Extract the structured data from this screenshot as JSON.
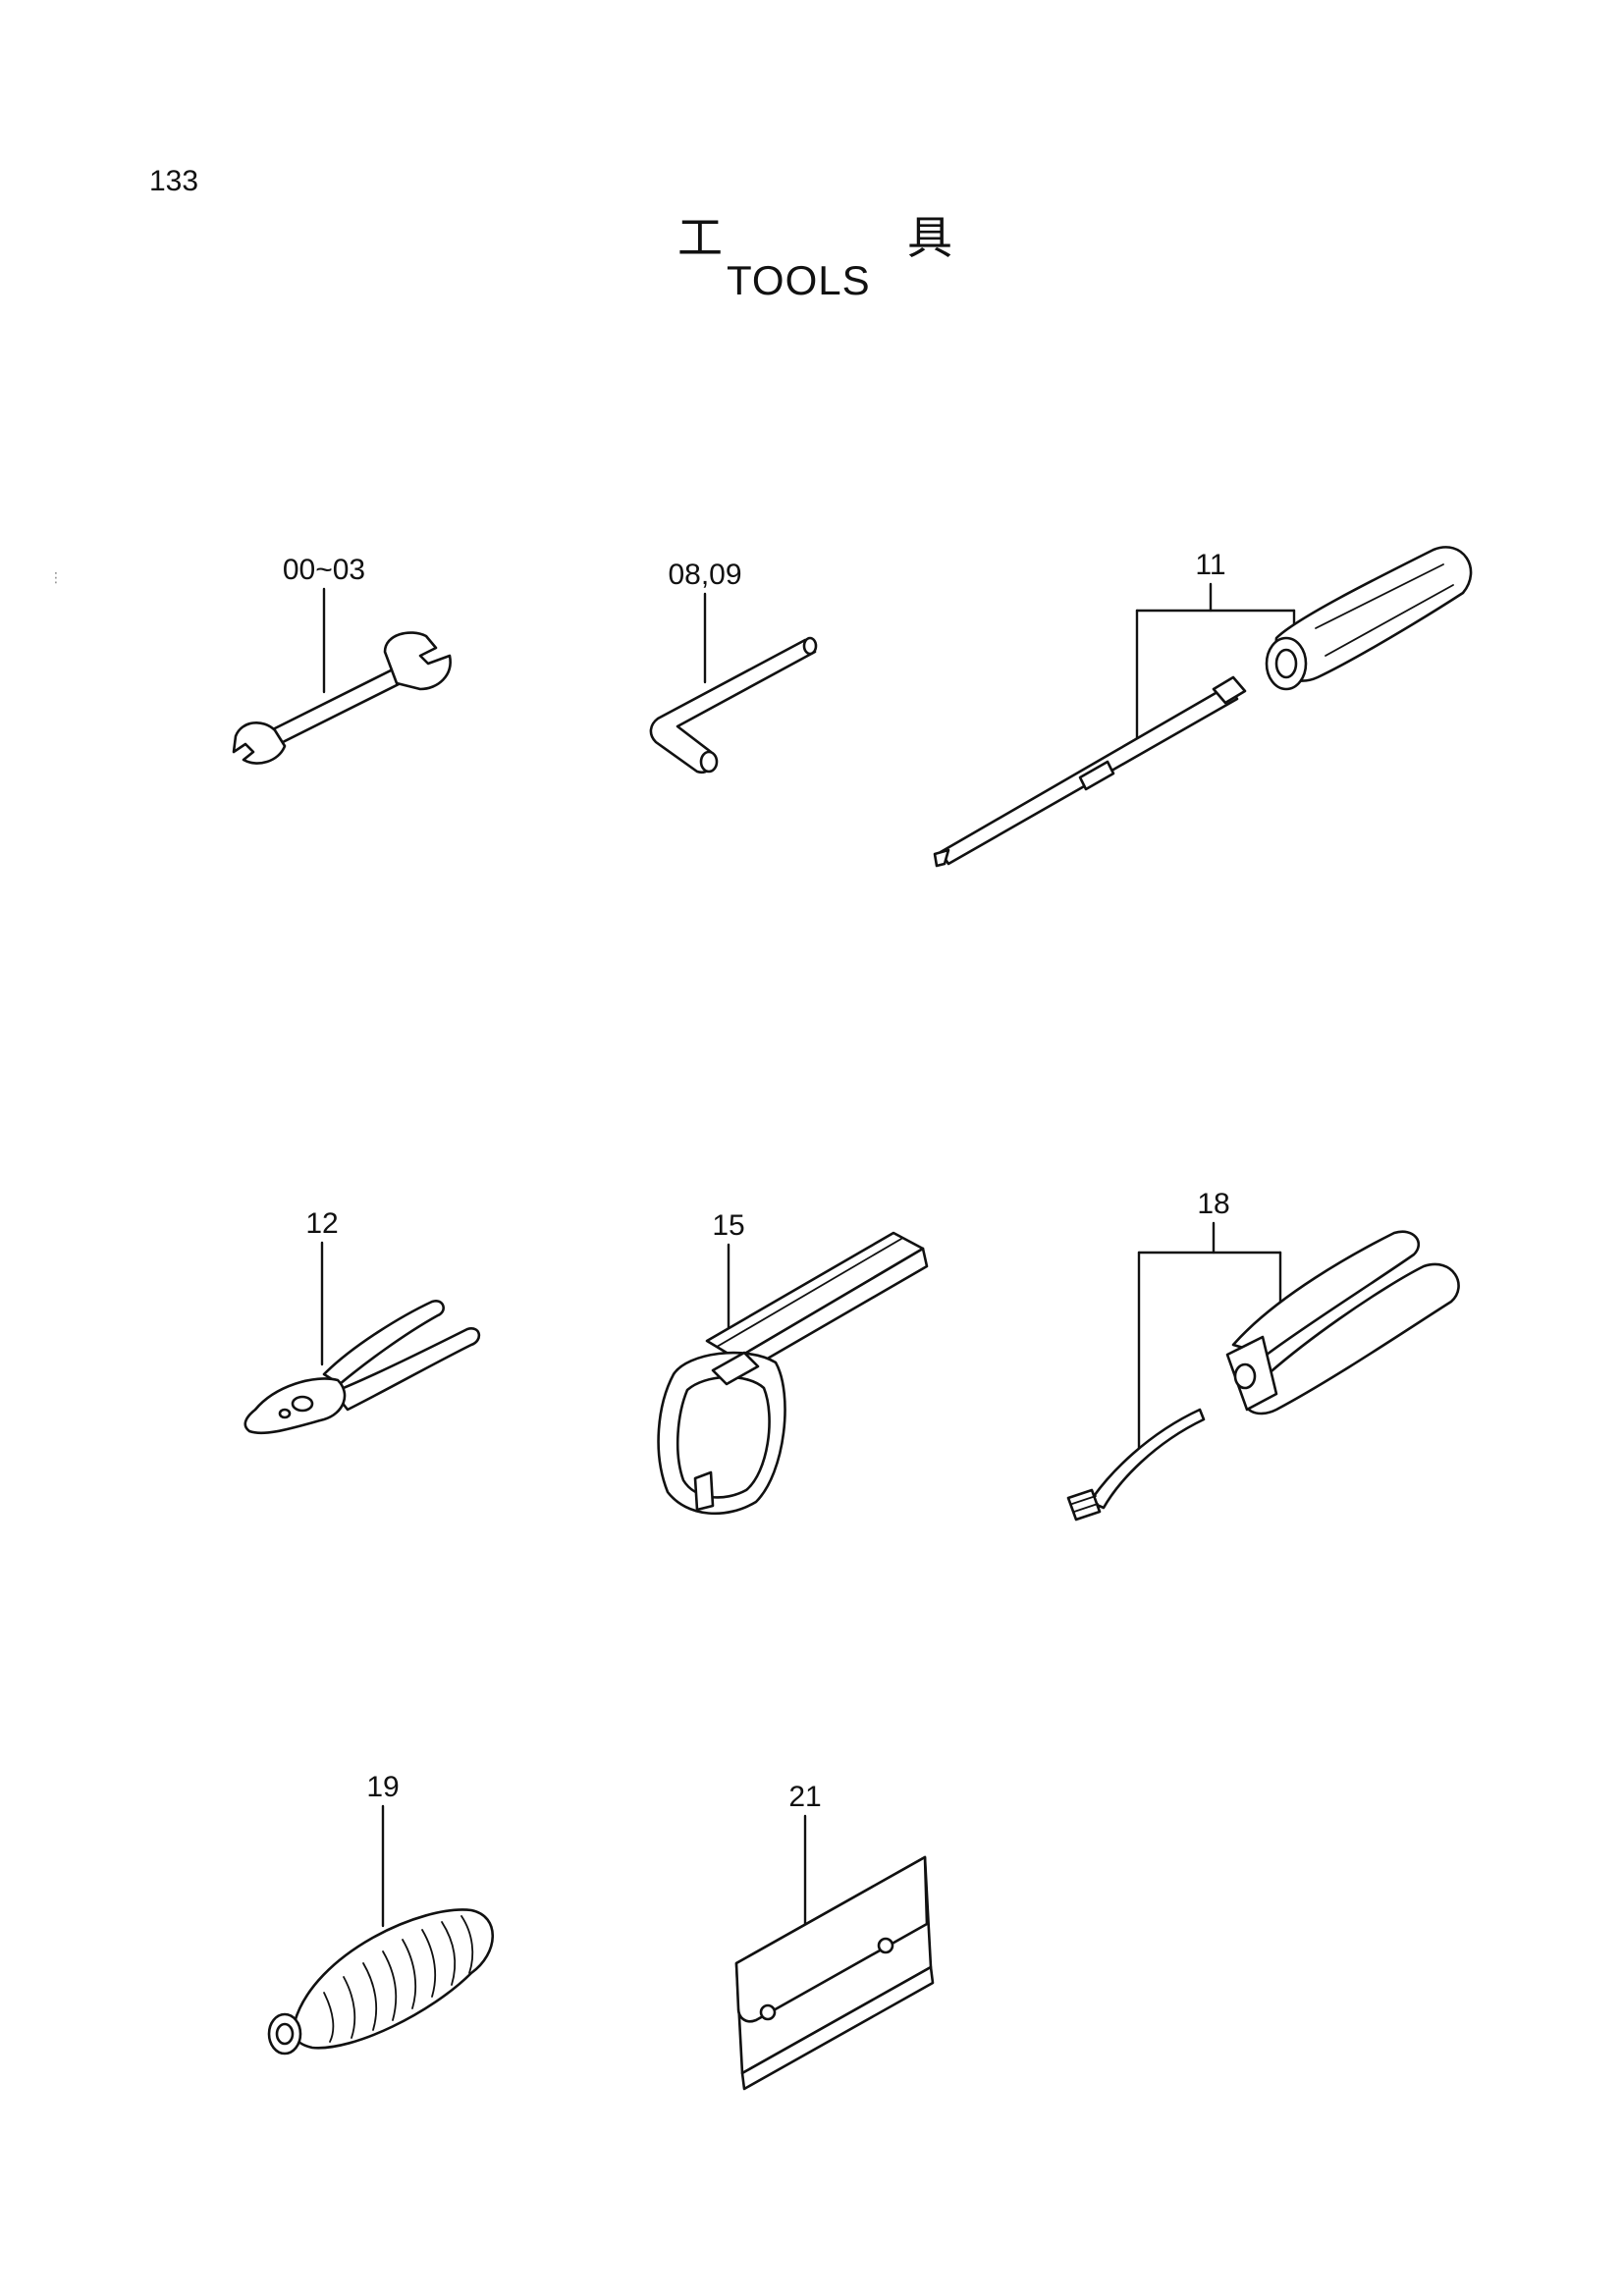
{
  "page": {
    "page_number": "133",
    "title_jp": [
      "工",
      "具"
    ],
    "title_en": "TOOLS"
  },
  "parts": [
    {
      "id": "wrench",
      "label": "00~03",
      "icon": "open-end-wrench-icon"
    },
    {
      "id": "hex-key",
      "label": "08,09",
      "icon": "hex-key-icon"
    },
    {
      "id": "screwdriver",
      "label": "11",
      "icon": "screwdriver-icon"
    },
    {
      "id": "pliers",
      "label": "12",
      "icon": "pliers-icon"
    },
    {
      "id": "filter-wrench",
      "label": "15",
      "icon": "filter-wrench-icon"
    },
    {
      "id": "grease-gun",
      "label": "18",
      "icon": "grease-gun-icon"
    },
    {
      "id": "bellows",
      "label": "19",
      "icon": "bellows-boot-icon"
    },
    {
      "id": "tool-bag",
      "label": "21",
      "icon": "tool-bag-icon"
    }
  ],
  "colors": {
    "line": "#111111",
    "background": "#ffffff"
  }
}
